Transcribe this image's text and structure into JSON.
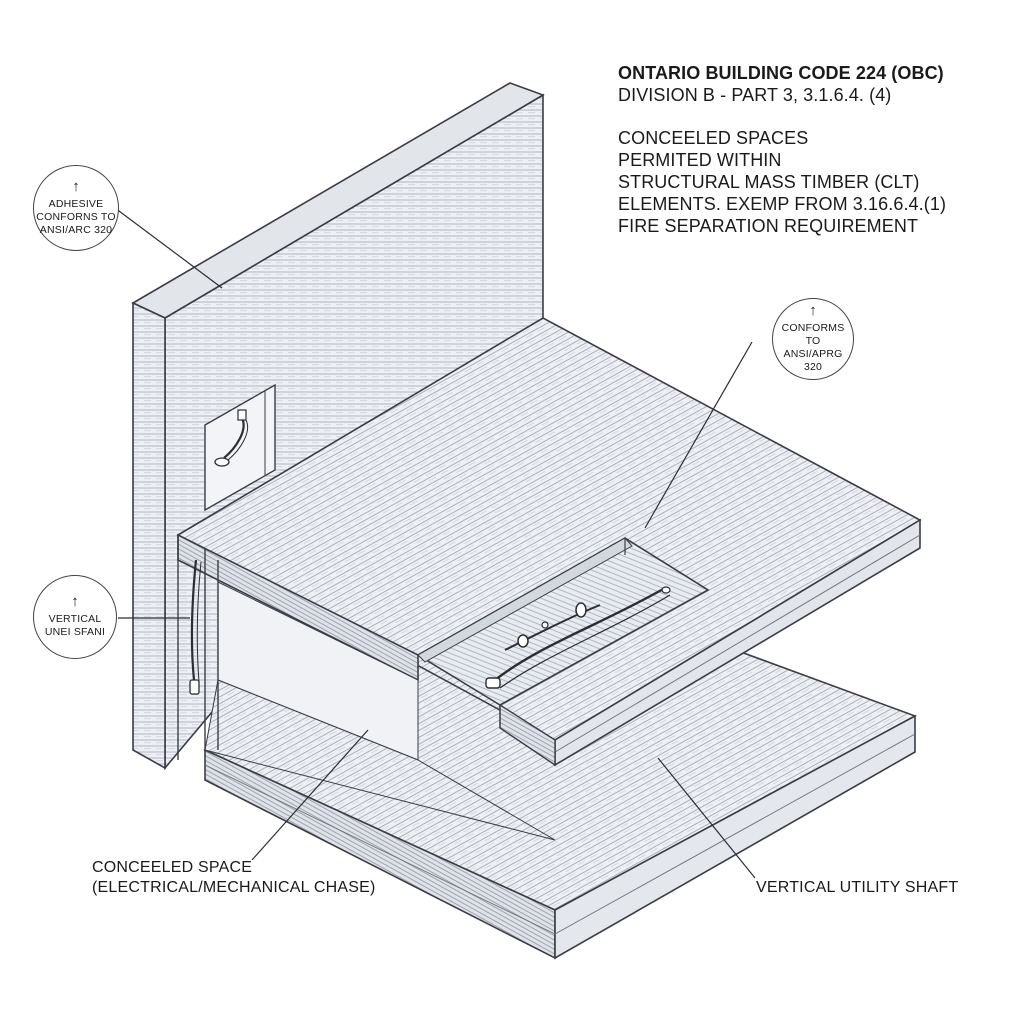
{
  "title": {
    "line1": "ONTARIO BUILDING CODE 224 (OBC)",
    "line2": "DIVISION B - PART 3, 3.1.6.4. (4)",
    "line3": "CONCEELED SPACES",
    "line4": "PERMITED WITHIN",
    "line5": "STRUCTURAL MASS TIMBER (CLT)",
    "line6": "ELEMENTS. EXEMP FROM 3.16.6.4.(1)",
    "line7": "FIRE SEPARATION REQUIREMENT"
  },
  "callouts": {
    "adhesive": {
      "line1": "ADHESIVE",
      "line2": "CONFORNS TO",
      "line3": "ANSI/ARC 320"
    },
    "conforms": {
      "line1": "CONFORMS TO",
      "line2": "ANSI/APRG 320"
    },
    "vertical": {
      "line1": "VERTICAL",
      "line2": "UNEI SFANI"
    }
  },
  "labels": {
    "concealed_line1": "CONCEELED SPACE",
    "concealed_line2": "(ELECTRICAL/MECHANICAL CHASE)",
    "shaft": "VERTICAL UTILITY SHAFT"
  },
  "colors": {
    "panel_fill": "#eef0f4",
    "grain": "#9da3b0",
    "edge": "#3a3d45"
  }
}
